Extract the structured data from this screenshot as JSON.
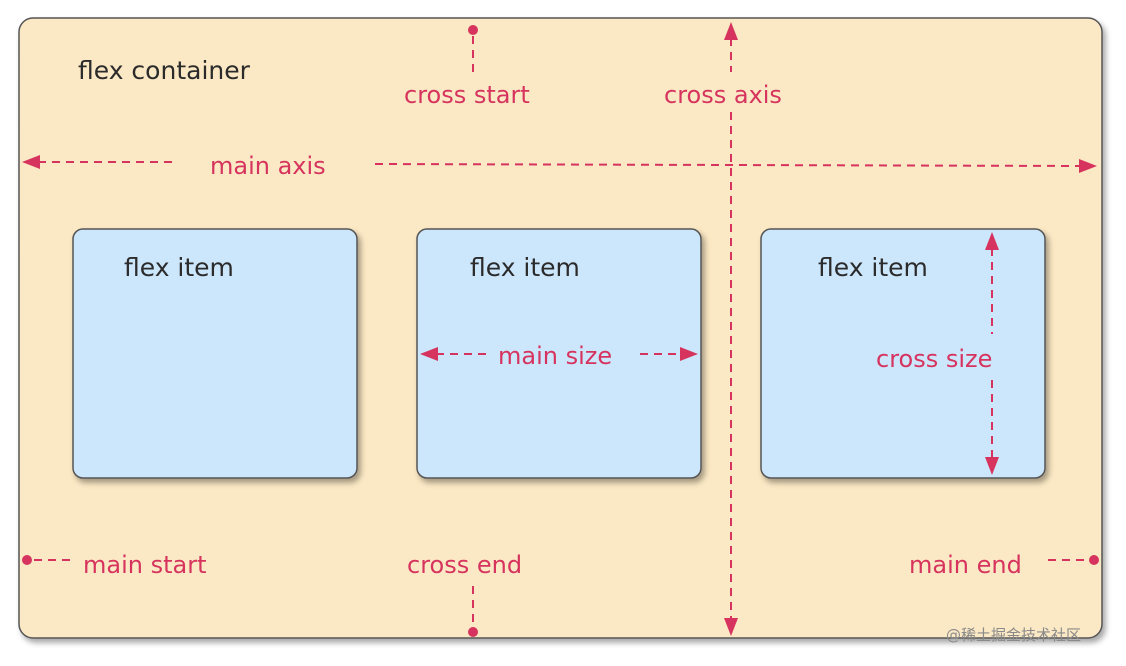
{
  "container": {
    "label": "flex container"
  },
  "labels": {
    "cross_start": "cross start",
    "cross_axis": "cross axis",
    "main_axis": "main axis",
    "main_size": "main size",
    "cross_size": "cross size",
    "main_start": "main start",
    "cross_end": "cross end",
    "main_end": "main end"
  },
  "items": [
    {
      "label": "flex item"
    },
    {
      "label": "flex item"
    },
    {
      "label": "flex item"
    }
  ],
  "watermark": "@稀土掘金技术社区",
  "colors": {
    "container_fill": "#fbe8c4",
    "item_fill": "#cce6fc",
    "accent": "#d6345e",
    "text": "#2b2b2b"
  }
}
